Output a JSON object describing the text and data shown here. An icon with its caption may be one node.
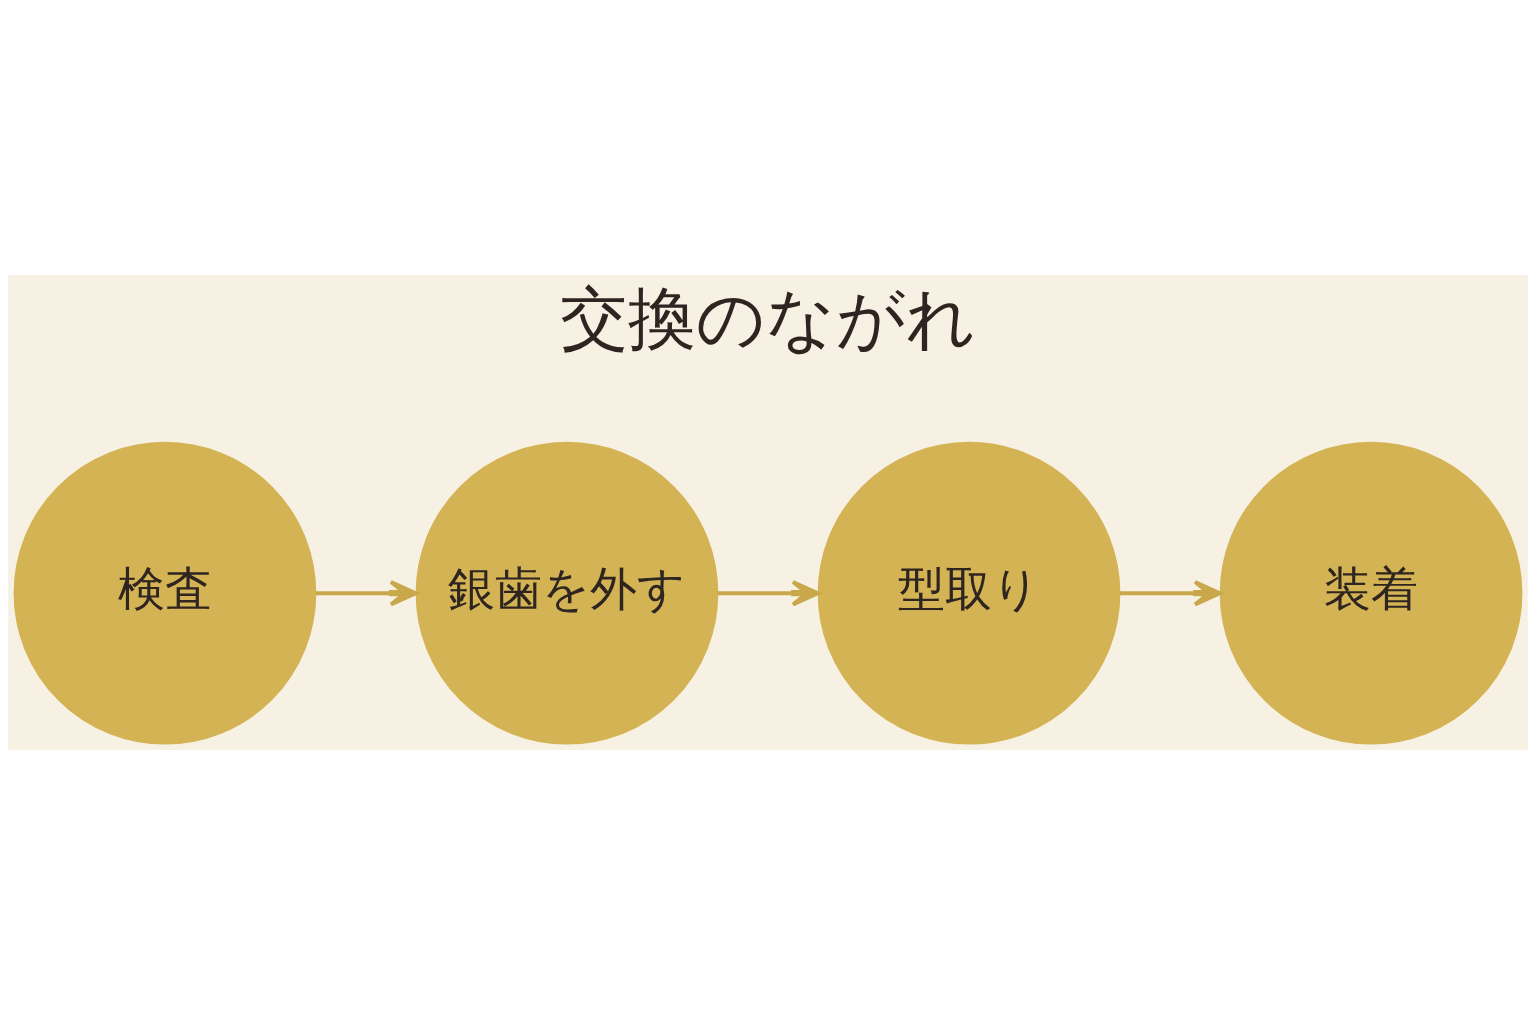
{
  "diagram": {
    "title": "交換のながれ",
    "nodes": [
      {
        "text": [
          "検査"
        ]
      },
      {
        "text": [
          "銀歯を外す"
        ]
      },
      {
        "text": [
          "型取り"
        ]
      },
      {
        "text": [
          "装着"
        ]
      }
    ],
    "edges": [
      {
        "from": 0,
        "to": 1,
        "arrow": "to"
      },
      {
        "from": 1,
        "to": 2,
        "arrow": "to"
      },
      {
        "from": 2,
        "to": 3,
        "arrow": "to"
      }
    ]
  }
}
